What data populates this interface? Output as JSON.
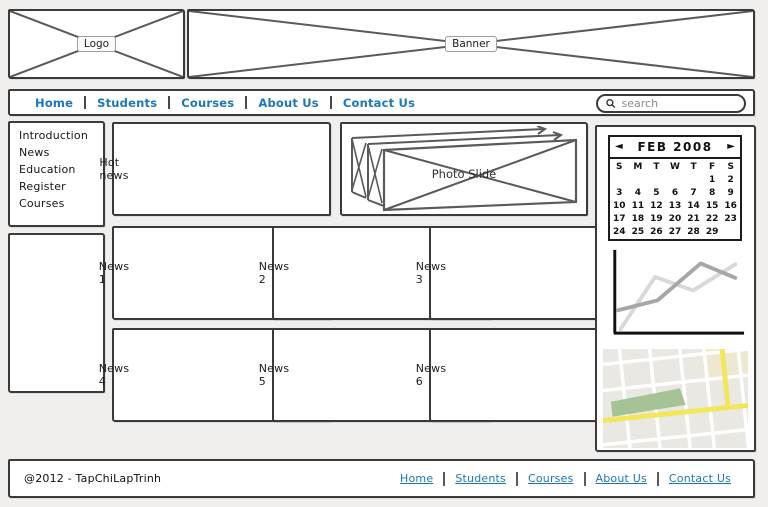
{
  "page": {
    "background": "#f0efed",
    "box_border_color": "#3a3a3a"
  },
  "header": {
    "logo_label": "Logo",
    "banner_label": "Banner"
  },
  "nav": {
    "items": [
      "Home",
      "Students",
      "Courses",
      "About Us",
      "Contact Us"
    ],
    "link_color": "#1b77bb",
    "search_placeholder": "search"
  },
  "sidebar": {
    "menu_items": [
      "Introduction",
      "News",
      "Education",
      "Register",
      "Courses"
    ]
  },
  "main": {
    "hot_news_label": "Hot news",
    "photo_slide_label": "Photo Slide",
    "news_boxes": [
      "News 1",
      "News 2",
      "News 3",
      "News 4",
      "News 5",
      "News 6"
    ]
  },
  "right_panel": {
    "calendar": {
      "prev_icon": "◄",
      "title": "FEB 2008",
      "next_icon": "►",
      "day_headers": [
        "S",
        "M",
        "T",
        "W",
        "T",
        "F",
        "S"
      ],
      "weeks": [
        [
          "",
          "",
          "",
          "",
          "",
          "1",
          "2"
        ],
        [
          "3",
          "4",
          "5",
          "6",
          "7",
          "8",
          "9"
        ],
        [
          "10",
          "11",
          "12",
          "13",
          "14",
          "15",
          "16"
        ],
        [
          "17",
          "18",
          "19",
          "20",
          "21",
          "22",
          "23"
        ],
        [
          "24",
          "25",
          "26",
          "27",
          "28",
          "29",
          ""
        ]
      ]
    },
    "chart": {
      "type": "line",
      "axis_color": "#111111",
      "series": [
        {
          "name": "light-gray-line",
          "color": "#d9d8d5",
          "points_pct": [
            [
              3,
              88
            ],
            [
              31,
              30
            ],
            [
              62,
              45
            ],
            [
              96,
              16
            ]
          ]
        },
        {
          "name": "dark-gray-line",
          "color": "#a7a7a7",
          "points_pct": [
            [
              1,
              67
            ],
            [
              33,
              56
            ],
            [
              68,
              15
            ],
            [
              96,
              31
            ]
          ]
        }
      ]
    },
    "map": {
      "background": "#e9e8e3",
      "street_color": "#ffffff",
      "road_color": "#f2e75c",
      "park_color": "#a5c394",
      "beige_color": "#efe8d0"
    }
  },
  "footer": {
    "copyright": "@2012 - TapChiLapTrinh",
    "links": [
      "Home",
      "Students",
      "Courses",
      "About Us",
      "Contact Us"
    ]
  }
}
